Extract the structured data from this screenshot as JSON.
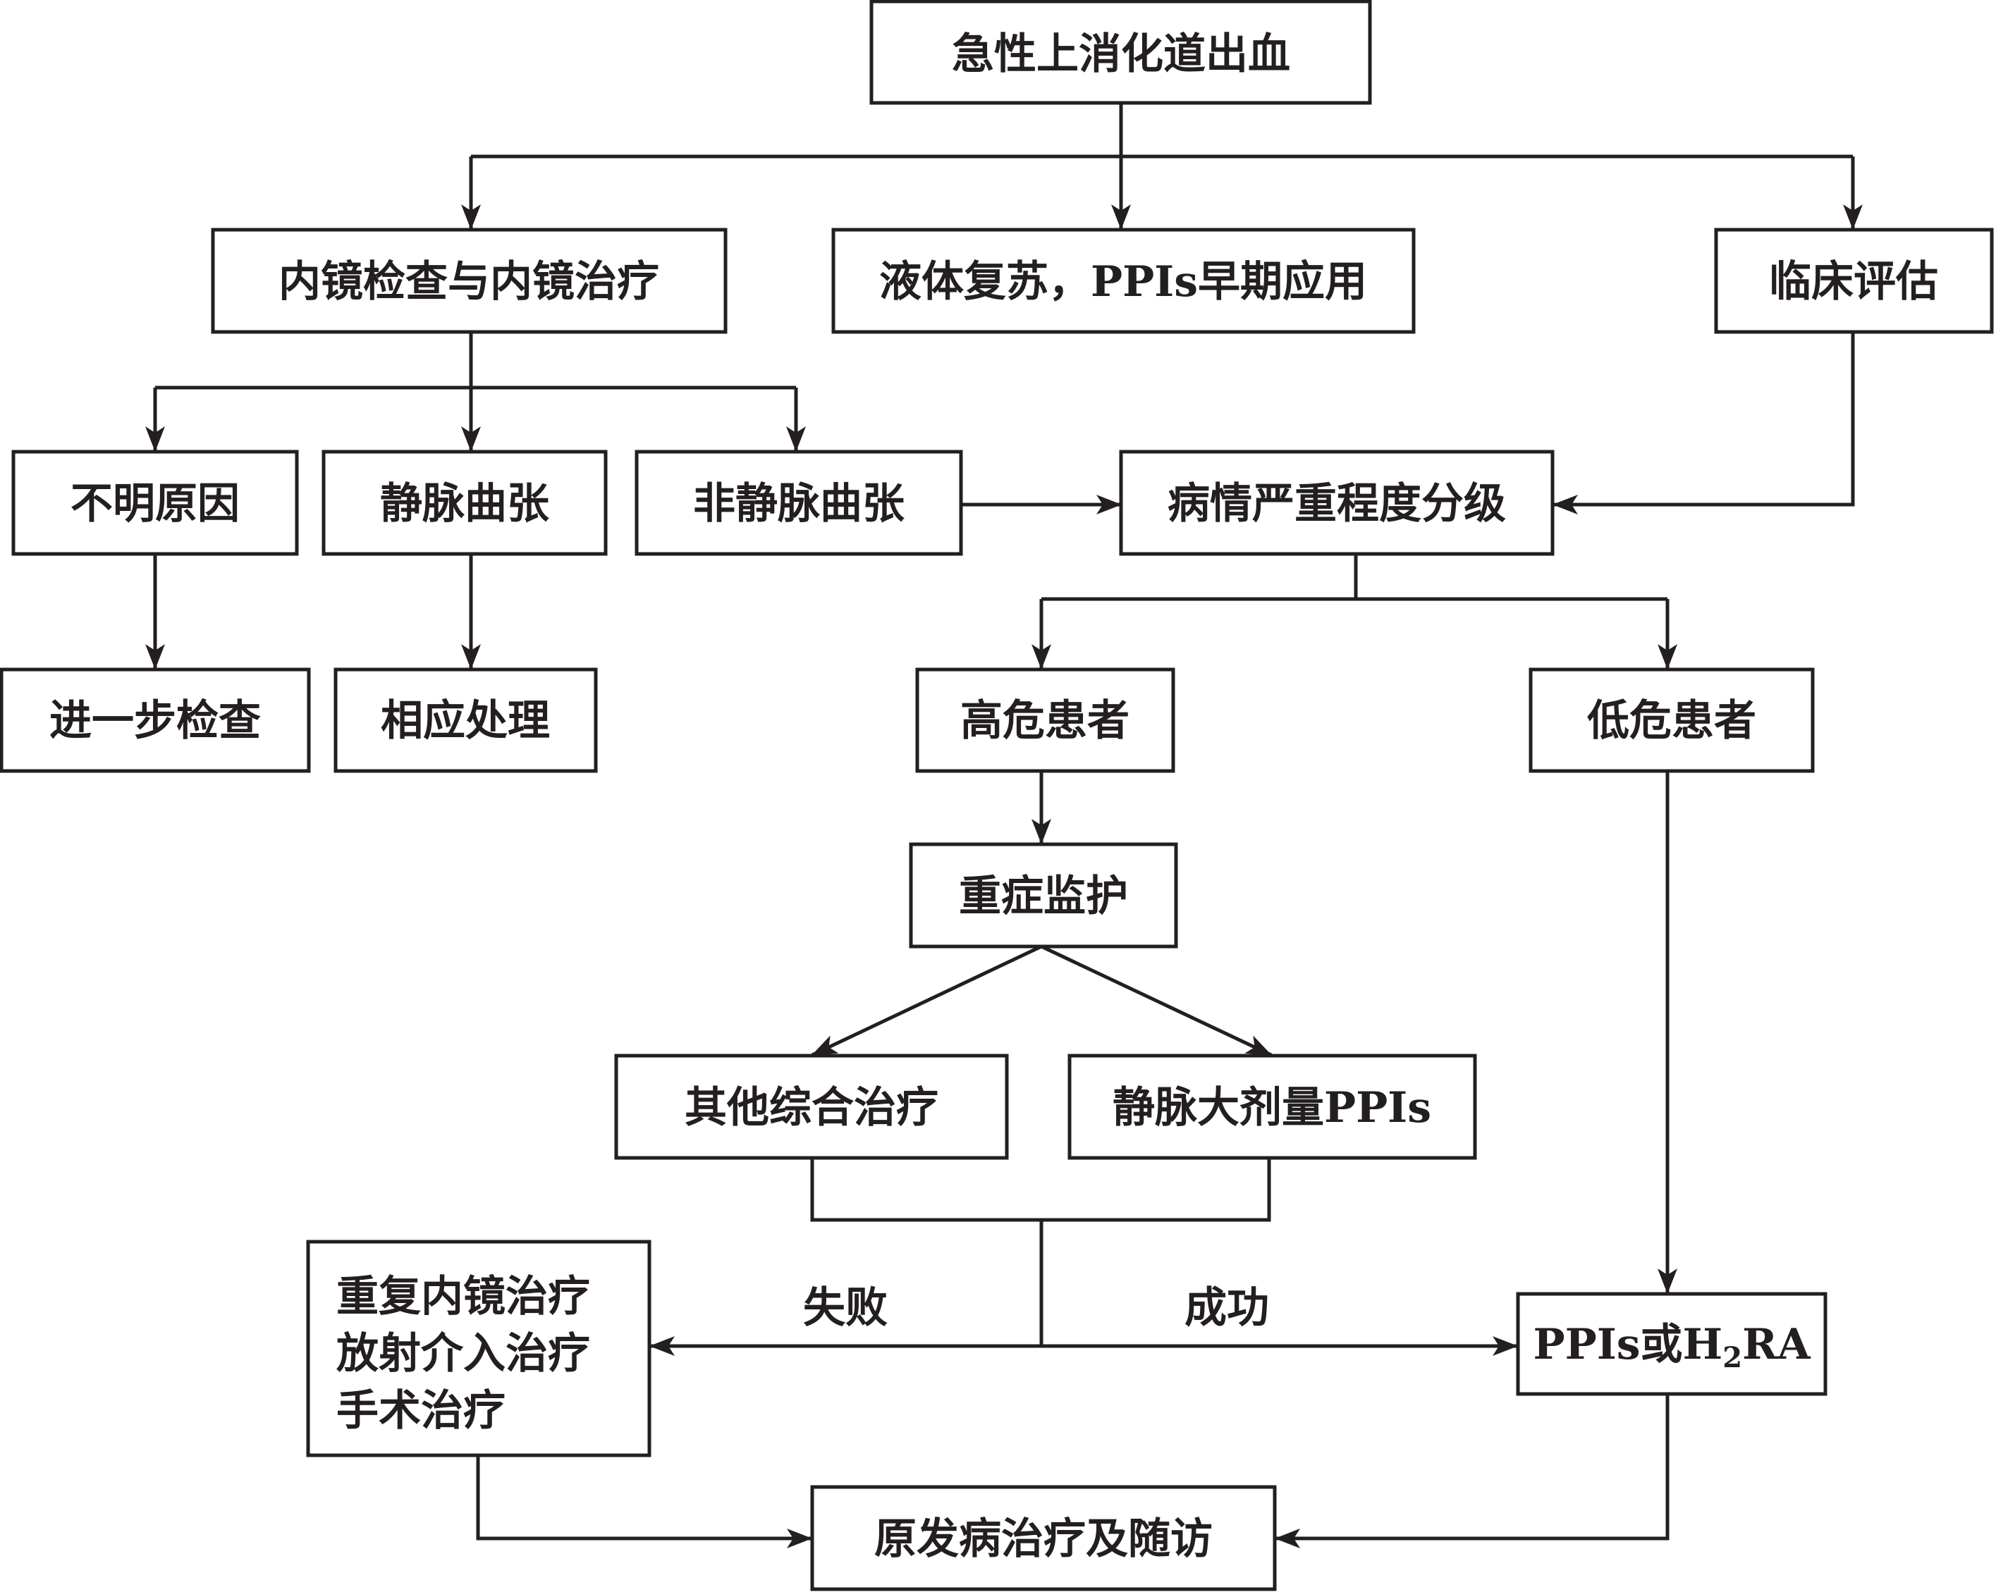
{
  "nodes": {
    "acute_ugib": "急性上消化道出血",
    "endoscopy": "内镜检查与内镜治疗",
    "fluid_resuscitation": "液体复苏，PPIs早期应用",
    "clinical_assessment": "临床评估",
    "unknown_cause": "不明原因",
    "varices": "静脉曲张",
    "non_varices": "非静脉曲张",
    "severity_grading": "病情严重程度分级",
    "further_exam": "进一步检查",
    "corresponding_treatment": "相应处理",
    "high_risk": "高危患者",
    "low_risk": "低危患者",
    "intensive_care": "重症监护",
    "other_comprehensive": "其他综合治疗",
    "iv_high_dose_ppi": "静脉大剂量PPIs",
    "rescue_line1": "重复内镜治疗",
    "rescue_line2": "放射介入治疗",
    "rescue_line3": "手术治疗",
    "ppi_or_h2ra_a": "PPIs或H",
    "ppi_or_h2ra_sub": "2",
    "ppi_or_h2ra_b": "RA",
    "primary_disease": "原发病治疗及随访"
  },
  "labels": {
    "failure": "失败",
    "success": "成功"
  }
}
